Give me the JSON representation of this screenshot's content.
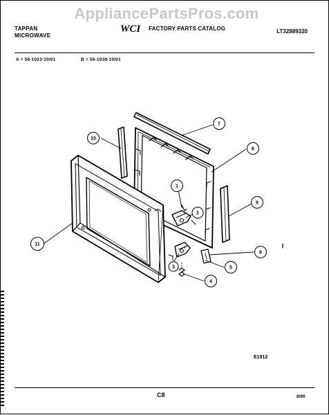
{
  "watermark": "AppliancePartsPros.com",
  "header": {
    "brand_line1": "TAPPAN",
    "brand_line2": "MICROWAVE",
    "logo_text": "WCI",
    "catalog_title": "FACTORY PARTS CATALOG",
    "doc_id": "LT32889320"
  },
  "models": {
    "a": "A = 56-1023-10/01",
    "b": "B = 56-1039-10/01"
  },
  "callouts": {
    "c1": "1",
    "c2": "2",
    "c3": "3",
    "c4": "4",
    "c5": "5",
    "c6": "6",
    "c7": "7",
    "c8": "8",
    "c9": "9",
    "c10": "10",
    "c11": "11"
  },
  "footer": {
    "figure_code": "E1912",
    "page": "C8",
    "date": "8/90"
  }
}
